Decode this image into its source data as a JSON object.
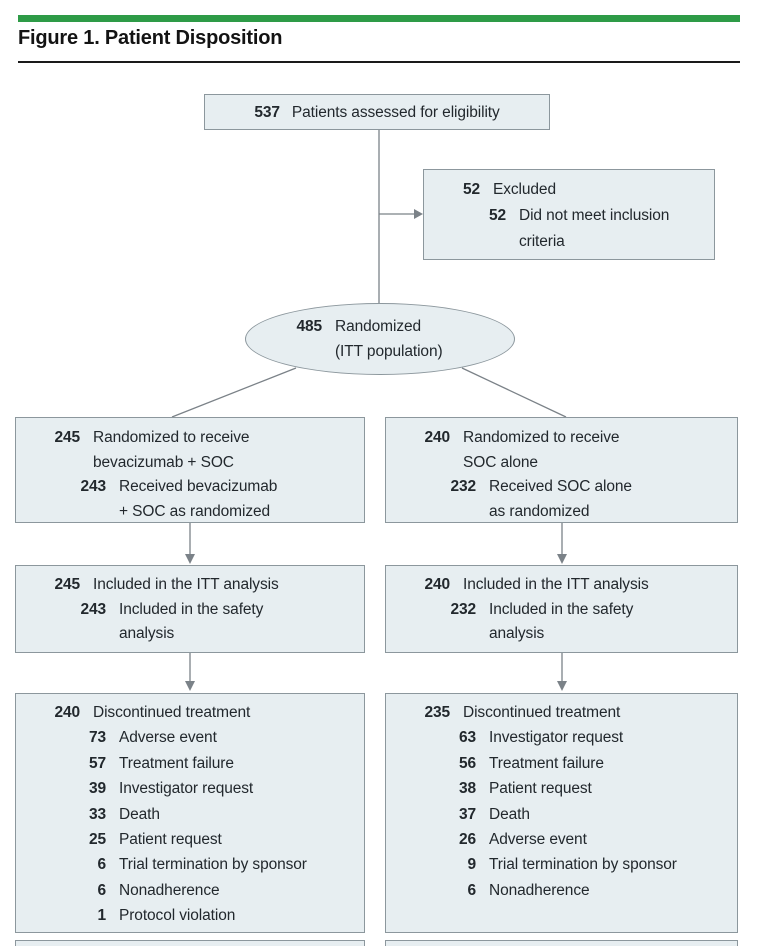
{
  "header": {
    "title": "Figure 1. Patient Disposition"
  },
  "colors": {
    "accent": "#2e9b47",
    "boxfill": "#e7eef1",
    "boxborder": "#8c979d",
    "line": "#7b8288",
    "text": "#22282d",
    "rule": "#1a1a1a"
  },
  "flow": {
    "eligibility": {
      "rows": [
        {
          "num": "537",
          "label": "Patients assessed for eligibility"
        }
      ]
    },
    "excluded": {
      "rows": [
        {
          "num": "52",
          "label": "Excluded"
        },
        {
          "num": "52",
          "label": "Did not meet inclusion\ncriteria"
        }
      ]
    },
    "randomized": {
      "rows": [
        {
          "num": "485",
          "label": "Randomized\n(ITT population)"
        }
      ]
    },
    "arm_left_assignment": {
      "rows": [
        {
          "num": "245",
          "label": "Randomized to receive\nbevacizumab + SOC"
        },
        {
          "num": "243",
          "label": "Received bevacizumab\n+ SOC as randomized"
        }
      ]
    },
    "arm_right_assignment": {
      "rows": [
        {
          "num": "240",
          "label": "Randomized to receive\nSOC alone"
        },
        {
          "num": "232",
          "label": "Received SOC alone\nas randomized"
        }
      ]
    },
    "arm_left_analysis": {
      "rows": [
        {
          "num": "245",
          "label": "Included in the ITT analysis"
        },
        {
          "num": "243",
          "label": "Included in the safety\nanalysis"
        }
      ]
    },
    "arm_right_analysis": {
      "rows": [
        {
          "num": "240",
          "label": "Included in the ITT analysis"
        },
        {
          "num": "232",
          "label": "Included in the safety\nanalysis"
        }
      ]
    },
    "arm_left_discontinued": {
      "rows": [
        {
          "num": "240",
          "label": "Discontinued treatment"
        },
        {
          "num": "73",
          "label": "Adverse event"
        },
        {
          "num": "57",
          "label": "Treatment failure"
        },
        {
          "num": "39",
          "label": "Investigator request"
        },
        {
          "num": "33",
          "label": "Death"
        },
        {
          "num": "25",
          "label": "Patient request"
        },
        {
          "num": "6",
          "label": "Trial termination by sponsor"
        },
        {
          "num": "6",
          "label": "Nonadherence"
        },
        {
          "num": "1",
          "label": "Protocol violation"
        }
      ]
    },
    "arm_right_discontinued": {
      "rows": [
        {
          "num": "235",
          "label": "Discontinued treatment"
        },
        {
          "num": "63",
          "label": "Investigator request"
        },
        {
          "num": "56",
          "label": "Treatment failure"
        },
        {
          "num": "38",
          "label": "Patient request"
        },
        {
          "num": "37",
          "label": "Death"
        },
        {
          "num": "26",
          "label": "Adverse event"
        },
        {
          "num": "9",
          "label": "Trial termination by sponsor"
        },
        {
          "num": "6",
          "label": "Nonadherence"
        }
      ]
    }
  }
}
